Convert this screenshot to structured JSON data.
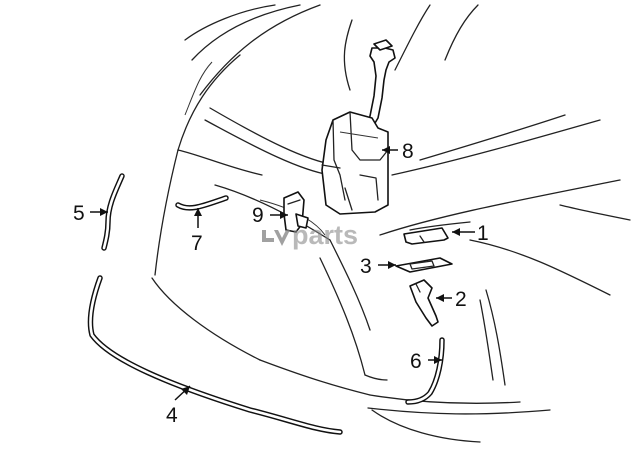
{
  "diagram": {
    "callouts": [
      "1",
      "2",
      "3",
      "4",
      "5",
      "6",
      "7",
      "8",
      "9"
    ],
    "watermark": "parts"
  },
  "colors": {
    "ink": "#111111",
    "background": "#ffffff",
    "watermark": "#8a8a8a"
  }
}
